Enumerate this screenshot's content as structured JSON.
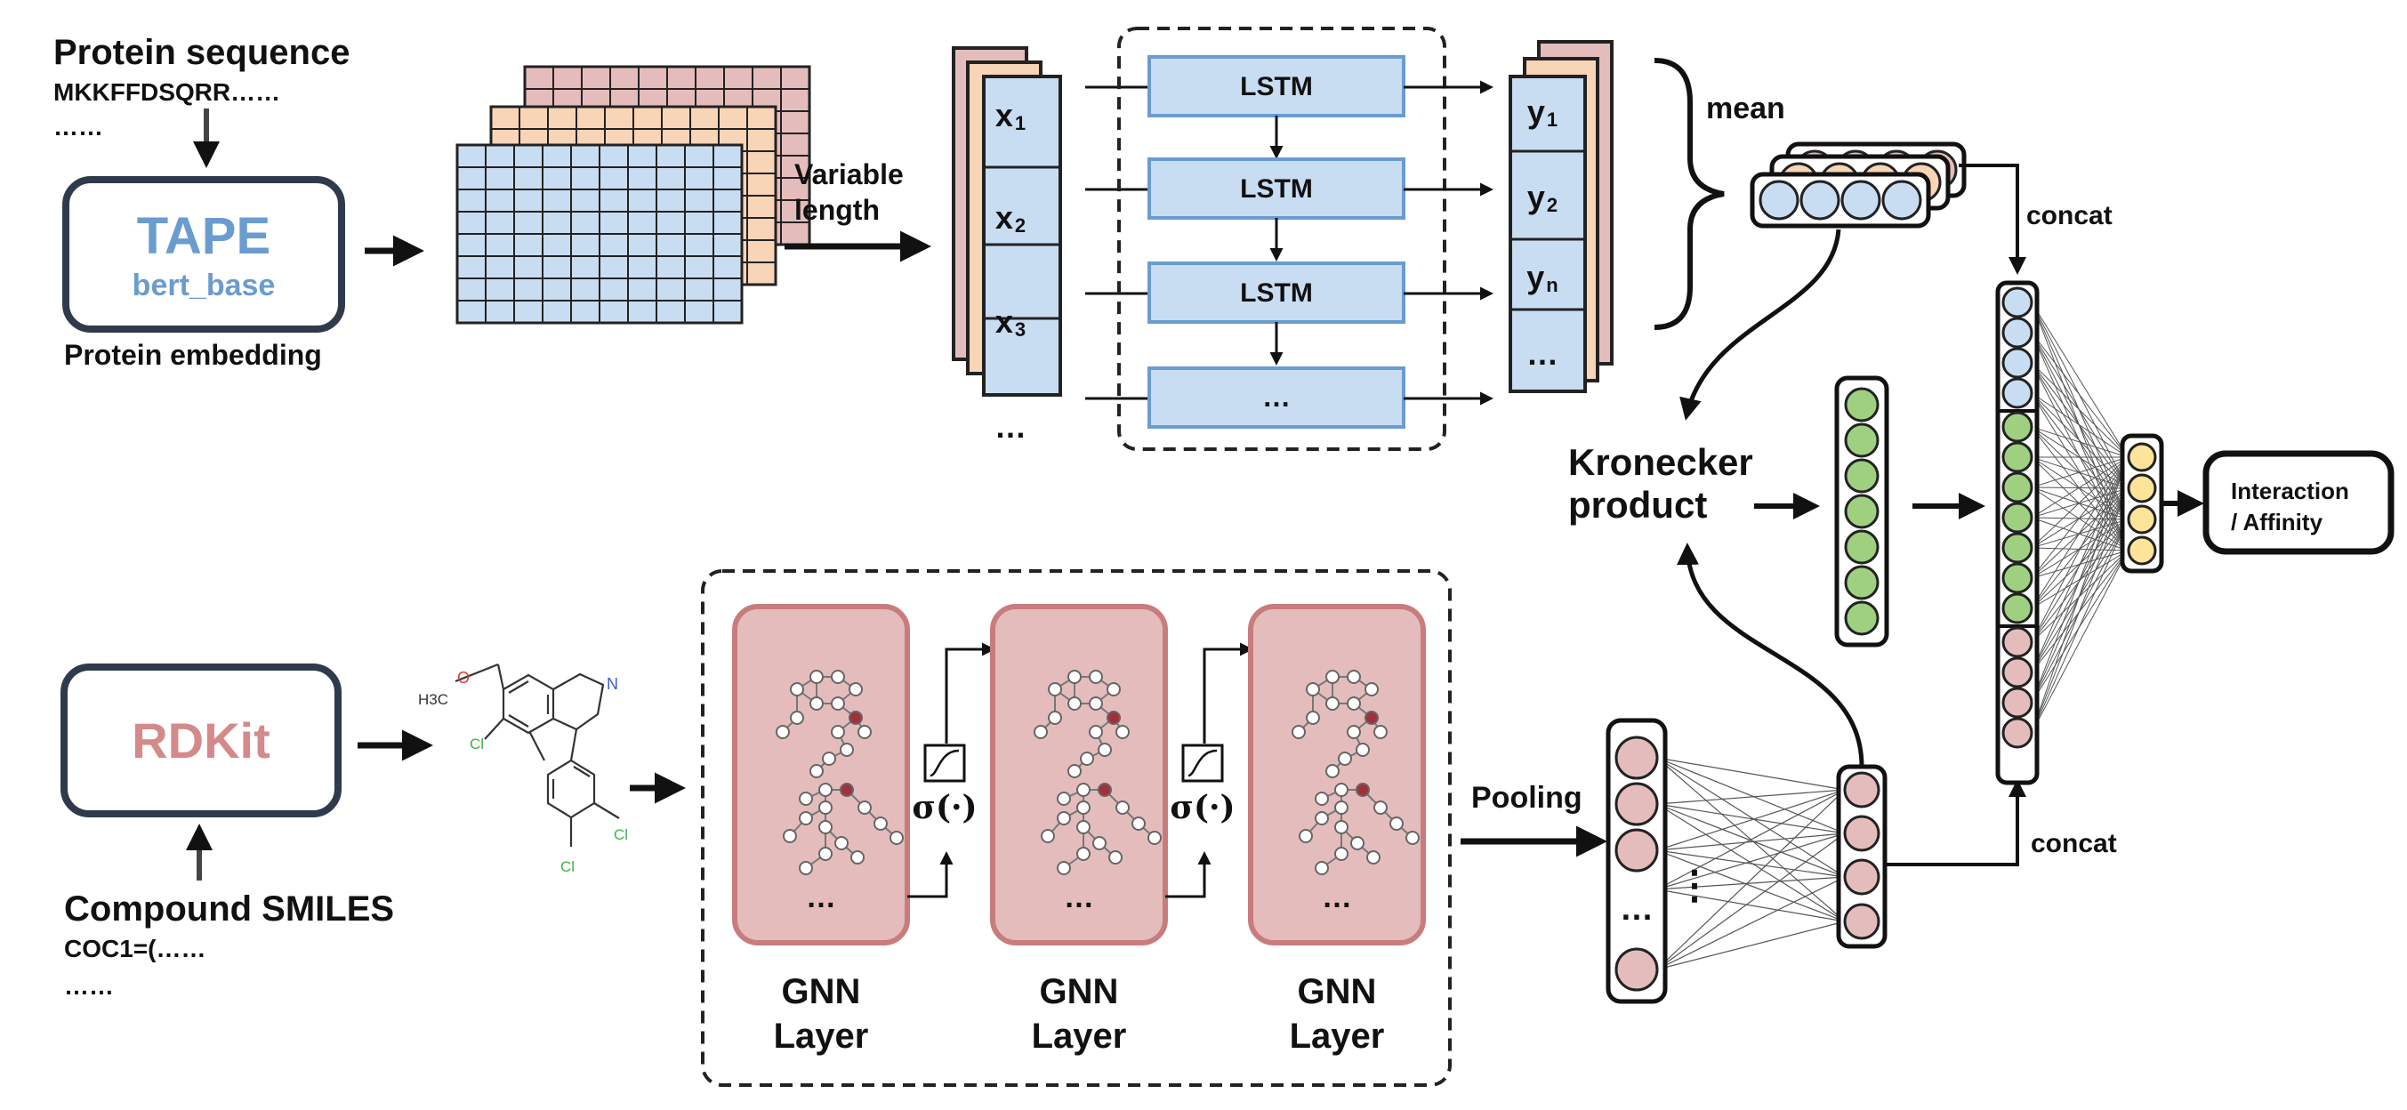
{
  "protein": {
    "title": "Protein sequence",
    "sequence": "MKKFFDSQRR……",
    "ellipsis": "……",
    "tape_name": "TAPE",
    "tape_model": "bert_base",
    "embedding_label": "Protein embedding"
  },
  "variable_length": {
    "line1": "Variable",
    "line2": "length"
  },
  "lstm": {
    "inputs": [
      {
        "base": "x",
        "sub": "1"
      },
      {
        "base": "x",
        "sub": "2"
      },
      {
        "base": "x",
        "sub": "3"
      },
      {
        "base": "…",
        "sub": ""
      }
    ],
    "cells": [
      "LSTM",
      "LSTM",
      "LSTM",
      "…"
    ],
    "outputs": [
      {
        "base": "y",
        "sub": "1"
      },
      {
        "base": "y",
        "sub": "2"
      },
      {
        "base": "y",
        "sub": "n"
      },
      {
        "base": "…",
        "sub": ""
      }
    ],
    "mean_label": "mean"
  },
  "fusion": {
    "concat_top": "concat",
    "concat_bottom": "concat",
    "kronecker_line1": "Kronecker",
    "kronecker_line2": "product",
    "output_line1": "Interaction",
    "output_line2": "/ Affinity"
  },
  "compound": {
    "rdkit_name": "RDKit",
    "title": "Compound SMILES",
    "smiles": "COC1=(……",
    "ellipsis": "……",
    "atom_labels": [
      "H3C",
      "O",
      "N",
      "Cl",
      "Cl",
      "Cl"
    ]
  },
  "gnn": {
    "layers": [
      {
        "line1": "GNN",
        "line2": "Layer",
        "dots": "…"
      },
      {
        "line1": "GNN",
        "line2": "Layer",
        "dots": "…"
      },
      {
        "line1": "GNN",
        "line2": "Layer",
        "dots": "…"
      }
    ],
    "activation": "σ(·)",
    "pooling": "Pooling",
    "pool_dots": "…",
    "pool_vdots": "⋮"
  },
  "colors": {
    "blue_fill": "#c9ddf2",
    "blue_stroke": "#6a9ccf",
    "orange_fill": "#f8d5b6",
    "pink_fill": "#e5bcbc",
    "pink_stroke": "#c97c7c",
    "green_fill": "#9fd07f",
    "yellow_fill": "#fde49a",
    "tape_text": "#6a9ccf",
    "rdkit_text": "#d48a8a",
    "dark": "#1f1f1f"
  }
}
